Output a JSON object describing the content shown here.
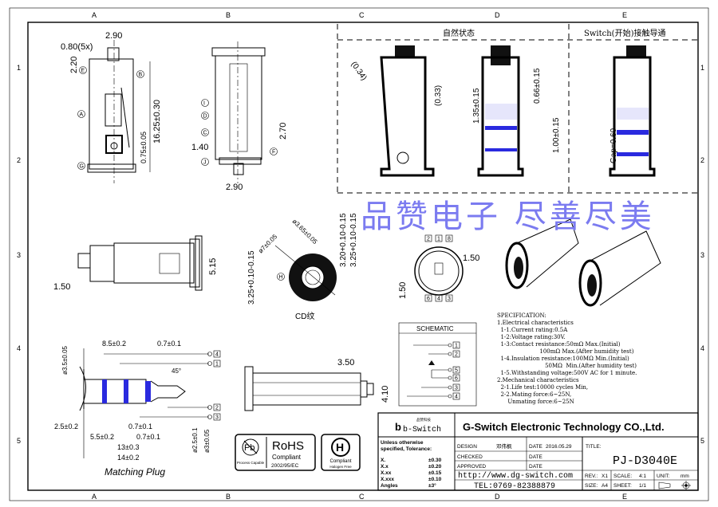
{
  "grid": {
    "columns": [
      "A",
      "B",
      "C",
      "D",
      "E"
    ],
    "rows": [
      "1",
      "2",
      "3",
      "4",
      "5"
    ]
  },
  "views": {
    "front": {
      "dims": [
        "0.80(5x)",
        "2.90",
        "2.20",
        "16.25±0.30",
        "0.75±0.05"
      ],
      "callouts": [
        "E",
        "B",
        "A",
        "G"
      ]
    },
    "side": {
      "dims": [
        "2.70",
        "1.40",
        "2.90"
      ],
      "callouts": [
        "I",
        "D",
        "C",
        "F",
        "J"
      ]
    },
    "natural_state": {
      "heading": "自然状态",
      "dims": [
        "(0.34)",
        "(0.33)",
        "1.35±0.15",
        "0.66±0.15",
        "1.00±0.15"
      ]
    },
    "switch_state": {
      "heading": "Switch(开始)接触导通",
      "dims": [
        "Gap=0.60"
      ]
    },
    "top": {
      "dims": [
        "1.50",
        "5.15"
      ]
    },
    "face": {
      "dims": [
        "ø3.65±0.05",
        "ø7±0.05",
        "3.20+0.10-0.15",
        "3.25+0.10-0.15",
        "3.25+0.10-0.15"
      ],
      "callouts": [
        "H"
      ],
      "note": "CD纹"
    },
    "pinout": {
      "dims": [
        "1.50",
        "1.50"
      ],
      "pins_top": [
        "2",
        "1",
        "8"
      ],
      "pins_bottom": [
        "6",
        "4",
        "3"
      ]
    },
    "bottom_side": {
      "dims": [
        "3.50",
        "4.10"
      ]
    }
  },
  "watermark": "品赞电子 尽善尽美",
  "schematic": {
    "title": "SCHEMATIC",
    "pins": [
      "1",
      "2",
      "5",
      "6",
      "3",
      "4"
    ]
  },
  "specification": {
    "title": "SPECIFICATION:",
    "lines": [
      "1.Electrical characteristics",
      "  1-1.Current rating:0.5A",
      "  1-2:Voltage rating:30V.",
      "  1-3:Contact resistance:50mΩ Max.(Initial)",
      "                        100mΩ Max.(After humidity test)",
      "  1-4.Insulation resistance:100MΩ Min.(Initial)",
      "                           50MΩ  Min.(After humidity test)",
      "  1-5.Withstanding voltage:500V AC for 1 minute.",
      "2.Mechanical characteristics",
      "  2-1.Life test:10000 cycles Min,",
      "  2-2.Mating force:6~25N,",
      "      Unmating force:6~25N"
    ]
  },
  "plug": {
    "title": "Matching Plug",
    "dims": [
      "8.5±0.2",
      "0.7±0.1",
      "ø3.5±0.05",
      "45°",
      "2.5±0.2",
      "0.7±0.1",
      "5.5±0.2",
      "0.7±0.1",
      "13±0.3",
      "14±0.2",
      "ø2.5±0.1",
      "ø3±0.05"
    ],
    "pins": [
      "4",
      "1",
      "2",
      "3"
    ]
  },
  "badges": {
    "pb": {
      "symbol": "Pb",
      "text": "Process Capable"
    },
    "rohs": {
      "title": "RoHS",
      "line1": "Compliant",
      "line2": "2002/95/EC"
    },
    "halogen": {
      "symbol": "H",
      "text1": "Compliant",
      "text2": "Halogen Free"
    }
  },
  "title_block": {
    "logo": "b-Switch",
    "logo_small": "品赞科技",
    "company": "G-Switch Electronic Technology CO.,Ltd.",
    "tolerance": {
      "header1": "Unless otherwise",
      "header2": "specified, Tolerance:",
      "rows": [
        {
          "k": "X.",
          "v": "±0.30"
        },
        {
          "k": "X.x",
          "v": "±0.20"
        },
        {
          "k": "X.xx",
          "v": "±0.15"
        },
        {
          "k": "X.xxx",
          "v": "±0.10"
        },
        {
          "k": "Angles",
          "v": "±3°"
        }
      ]
    },
    "design_label": "DESIGN",
    "designer": "邓伟枫",
    "checked_label": "CHECKED",
    "approved_label": "APPROVED",
    "date_label": "DATE",
    "design_date": "2016.05.29",
    "url": "http://www.dg-switch.com",
    "tel": "TEL:0769-82388879",
    "title_label": "TITLE:",
    "part_number": "PJ-D3040E",
    "rev_label": "REV.:",
    "rev": "X1",
    "scale_label": "SCALE:",
    "scale": "4:1",
    "unit_label": "UNIT:",
    "unit": "mm",
    "size_label": "SIZE:",
    "size": "A4",
    "sheet_label": "SHEET:",
    "sheet": "1/1"
  },
  "colors": {
    "stripe": "#2a2adf",
    "watermark": "#7b7bf0"
  }
}
